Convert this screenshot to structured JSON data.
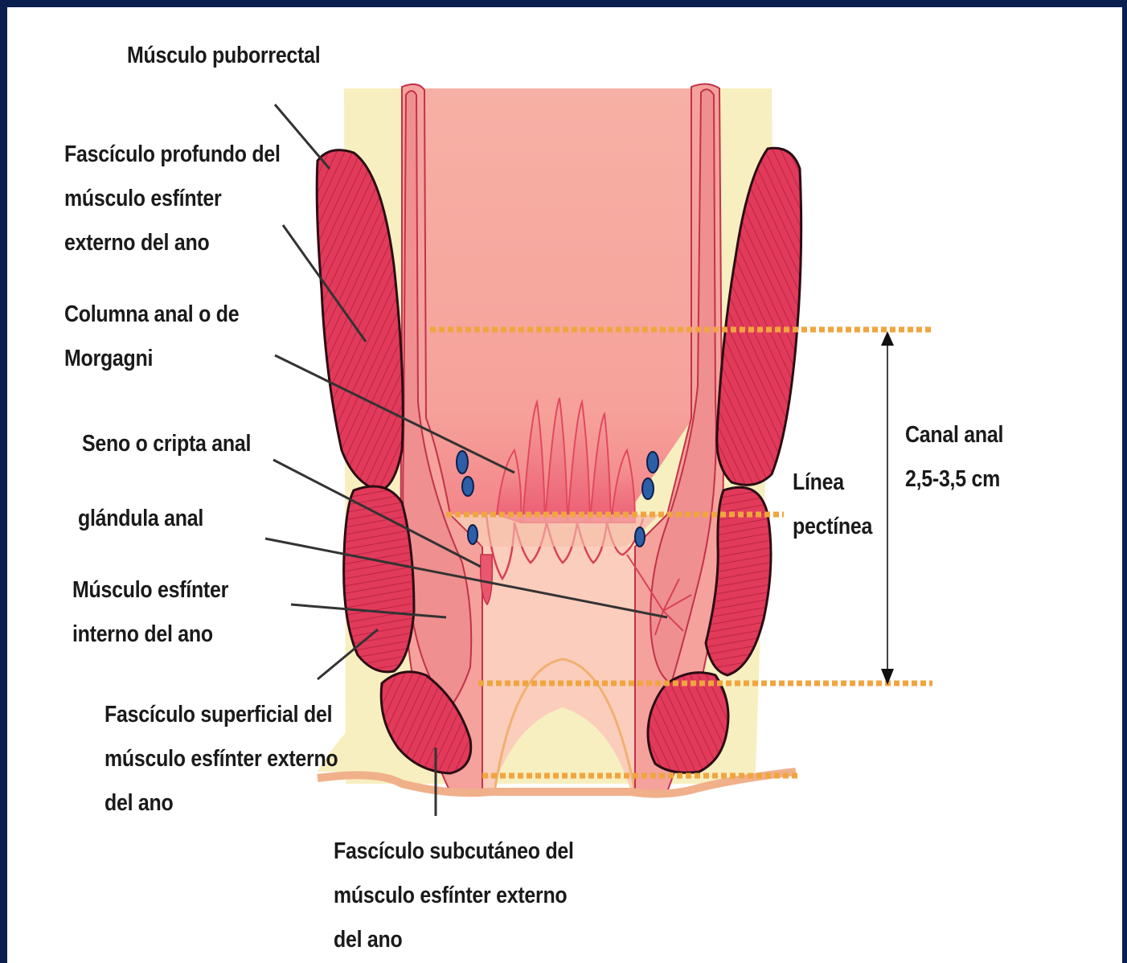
{
  "colors": {
    "frame": "#0b1f4f",
    "muscle": "#e23a5a",
    "muscle_stroke": "#2a0d14",
    "muscle_stripes": "#b21f3f",
    "fat": "#f7efc0",
    "mucosa": "#f5a59f",
    "lumen": "#fbc4b8",
    "internal_sphincter": "#ee8d8a",
    "glands": "#2d5ea8",
    "dotted_lines": "#f0a540",
    "pointer_lines": "#333333"
  },
  "labels": {
    "puborrectal": "Músculo puborrectal",
    "profundo": [
      "Fascículo profundo del",
      "músculo esfínter",
      "externo del ano"
    ],
    "columna": [
      "Columna anal o de",
      "Morgagni"
    ],
    "seno": "Seno o cripta anal",
    "glandula": "glándula anal",
    "interno": [
      "Músculo esfínter",
      "interno del ano"
    ],
    "superficial": [
      "Fascículo superficial del",
      "músculo esfínter externo",
      "del ano"
    ],
    "subcutaneo": [
      "Fascículo subcutáneo del",
      "músculo esfínter externo",
      "del ano"
    ],
    "pectinea": [
      "Línea",
      "pectínea"
    ],
    "canal": [
      "Canal anal",
      "2,5-3,5 cm"
    ]
  }
}
